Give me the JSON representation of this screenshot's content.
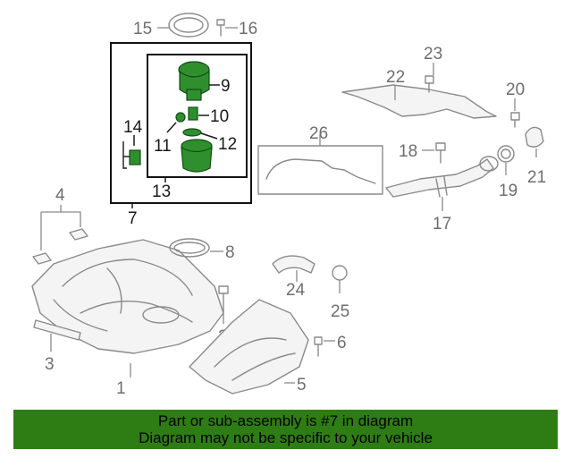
{
  "callouts": {
    "c1": "1",
    "c2": "2",
    "c3": "3",
    "c4": "4",
    "c5": "5",
    "c6": "6",
    "c7": "7",
    "c8": "8",
    "c9": "9",
    "c10": "10",
    "c11": "11",
    "c12": "12",
    "c13": "13",
    "c14": "14",
    "c15": "15",
    "c16": "16",
    "c17": "17",
    "c18": "18",
    "c19": "19",
    "c20": "20",
    "c21": "21",
    "c22": "22",
    "c23": "23",
    "c24": "24",
    "c25": "25",
    "c26": "26"
  },
  "banner": {
    "line1": "Part or sub-assembly is #7 in diagram",
    "line2": "Diagram may not be specific to your vehicle",
    "color": "#2e7d14"
  },
  "colors": {
    "highlight_part": "#2f8f2f",
    "line_art": "#8a8a8a",
    "highlight_box": "#111111"
  }
}
